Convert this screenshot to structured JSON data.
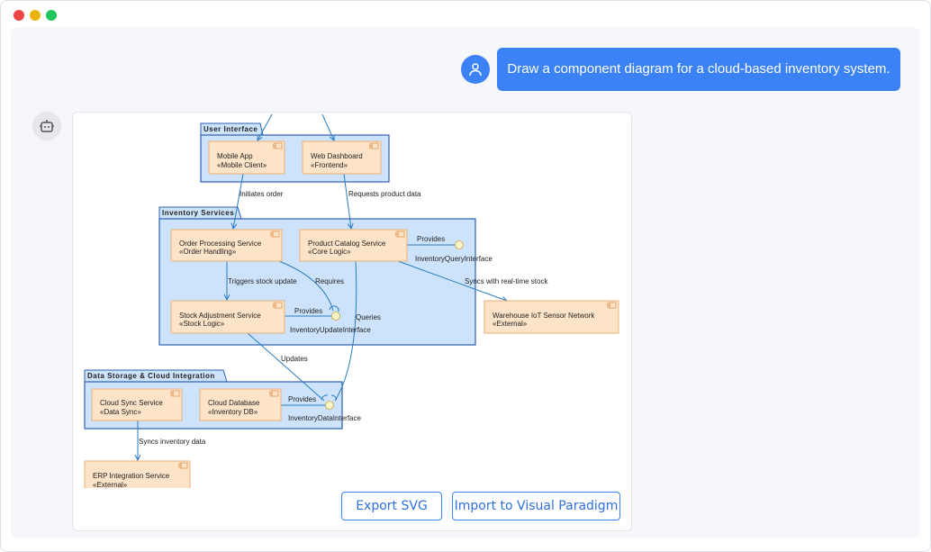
{
  "window": {
    "controls": [
      "close",
      "minimize",
      "maximize"
    ],
    "colors": {
      "close": "#ef4444",
      "minimize": "#eab308",
      "maximize": "#22c55e"
    }
  },
  "chat": {
    "user_message": "Draw a component diagram for a cloud-based inventory system.",
    "user_icon": "user-icon",
    "bot_icon": "robot-icon",
    "accent": "#3b82f6"
  },
  "diagram": {
    "packages": {
      "ui": "User Interface",
      "inventory": "Inventory Services",
      "storage": "Data Storage & Cloud Integration"
    },
    "components": {
      "mobile": {
        "name": "Mobile App",
        "stereo": "«Mobile Client»"
      },
      "web": {
        "name": "Web Dashboard",
        "stereo": "«Frontend»"
      },
      "order": {
        "name": "Order Processing Service",
        "stereo": "«Order Handling»"
      },
      "catalog": {
        "name": "Product Catalog Service",
        "stereo": "«Core Logic»"
      },
      "stock": {
        "name": "Stock Adjustment Service",
        "stereo": "«Stock Logic»"
      },
      "warehouse": {
        "name": "Warehouse IoT Sensor Network",
        "stereo": "«External»"
      },
      "sync": {
        "name": "Cloud Sync Service",
        "stereo": "«Data Sync»"
      },
      "db": {
        "name": "Cloud Database",
        "stereo": "«Inventory DB»"
      },
      "erp": {
        "name": "ERP Integration Service",
        "stereo": "«External»"
      }
    },
    "interfaces": {
      "query": "InventoryQueryInterface",
      "update": "InventoryUpdateInterface",
      "data": "InventoryDataInterface"
    },
    "edges": {
      "initiates": "Initiates order",
      "requests": "Requests product data",
      "provides_query": "Provides",
      "syncs_realtime": "Syncs with real-time stock",
      "triggers": "Triggers stock update",
      "requires": "Requires",
      "provides_update": "Provides",
      "queries": "Queries",
      "updates": "Updates",
      "provides_data": "Provides",
      "syncs_inventory": "Syncs inventory data"
    },
    "colors": {
      "package_fill": "#cce3fb",
      "package_stroke": "#2f5fb3",
      "component_fill": "#fde3c8",
      "component_stroke": "#f0b27a",
      "edge": "#2b7bbf",
      "interface_fill": "#fbf5c8"
    }
  },
  "actions": {
    "export": "Export SVG",
    "import": "Import to Visual Paradigm"
  }
}
